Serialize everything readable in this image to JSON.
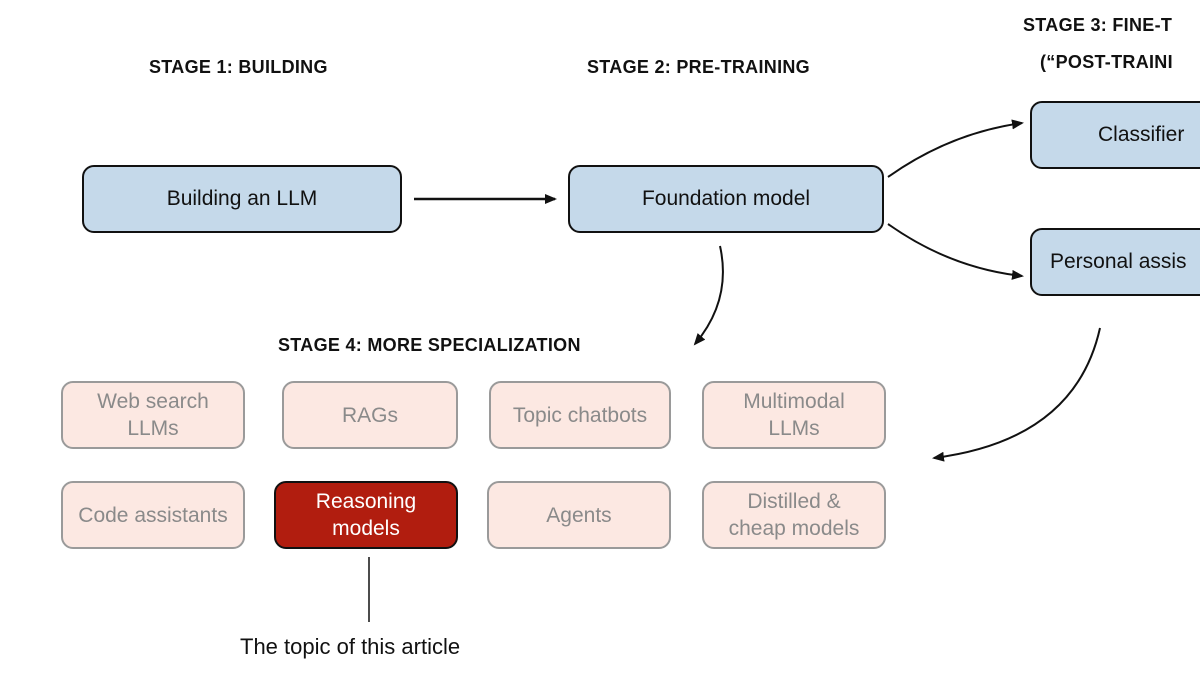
{
  "stages": {
    "stage1": "Stage 1: Building",
    "stage2": "Stage 2: Pre-training",
    "stage3_line1": "Stage 3: Fine-t",
    "stage3_line2": "(“Post-Traini",
    "stage4": "Stage 4: More Specialization"
  },
  "nodes": {
    "building": "Building an LLM",
    "foundation": "Foundation model",
    "classifier": "Classifier",
    "personal_assistant": "Personal assis"
  },
  "specializations": {
    "web_search": "Web search\nLLMs",
    "rags": "RAGs",
    "topic_chatbots": "Topic chatbots",
    "multimodal": "Multimodal\nLLMs",
    "code_assistants": "Code assistants",
    "reasoning": "Reasoning\nmodels",
    "agents": "Agents",
    "distilled": "Distilled &\ncheap models"
  },
  "caption": "The topic of this article",
  "colors": {
    "blue_fill": "#c5d9ea",
    "pink_fill": "#fce8e2",
    "highlight_fill": "#b11d0f",
    "muted_text": "#8a8a8a"
  }
}
